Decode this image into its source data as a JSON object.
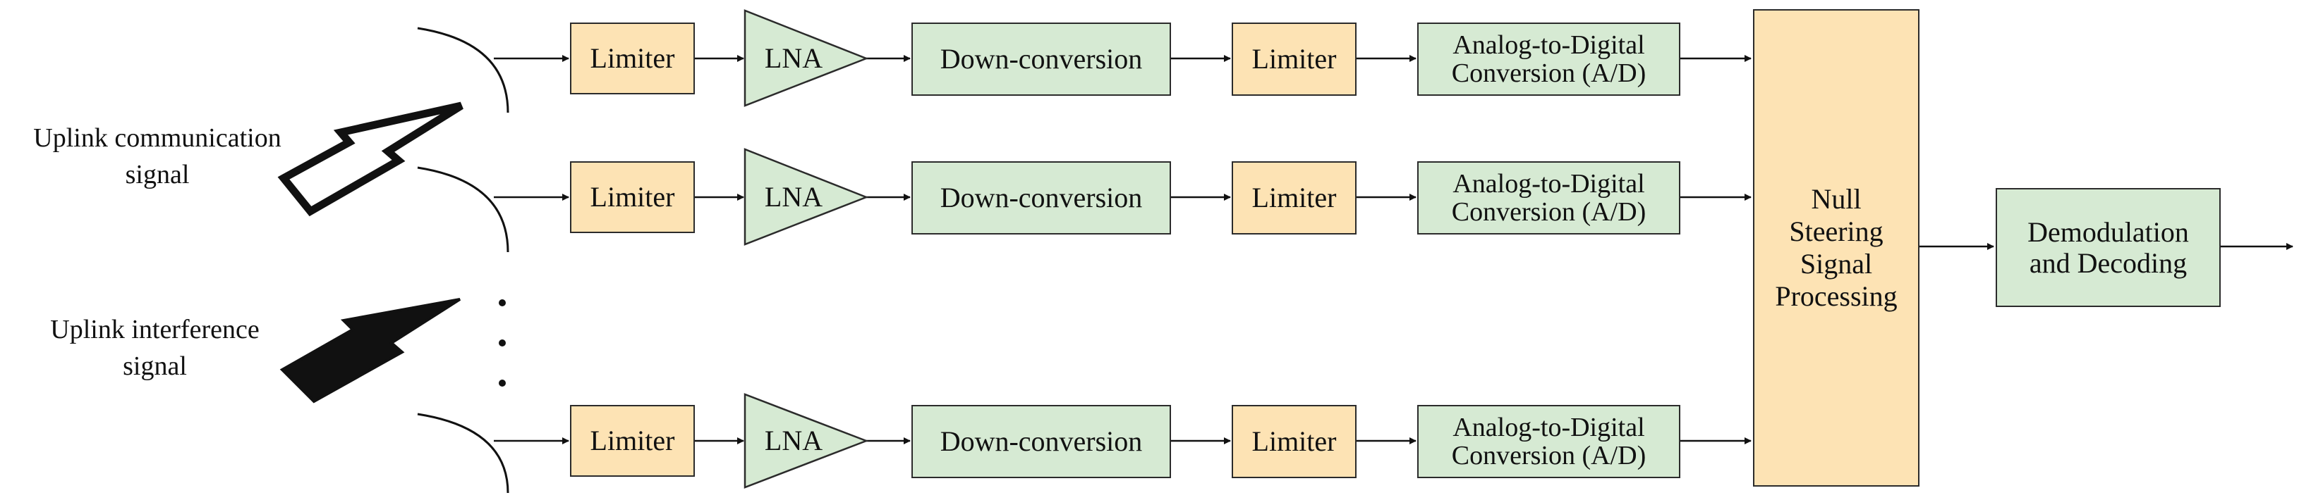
{
  "signals": {
    "communication": {
      "line1": "Uplink communication",
      "line2": "signal"
    },
    "interference": {
      "line1": "Uplink interference",
      "line2": "signal"
    }
  },
  "chain": {
    "limiter_label": "Limiter",
    "lna_label": "LNA",
    "downconversion_label": "Down-conversion",
    "adc_line1": "Analog-to-Digital",
    "adc_line2": "Conversion (A/D)"
  },
  "null_steering": {
    "line1": "Null",
    "line2": "Steering",
    "line3": "Signal",
    "line4": "Processing"
  },
  "demod": {
    "line1": "Demodulation",
    "line2": "and Decoding"
  },
  "ellipsis": "⋮",
  "colors": {
    "limiter_fill": "#fde3b4",
    "processing_fill": "#d6ead3",
    "outline": "#2b2b2b"
  }
}
